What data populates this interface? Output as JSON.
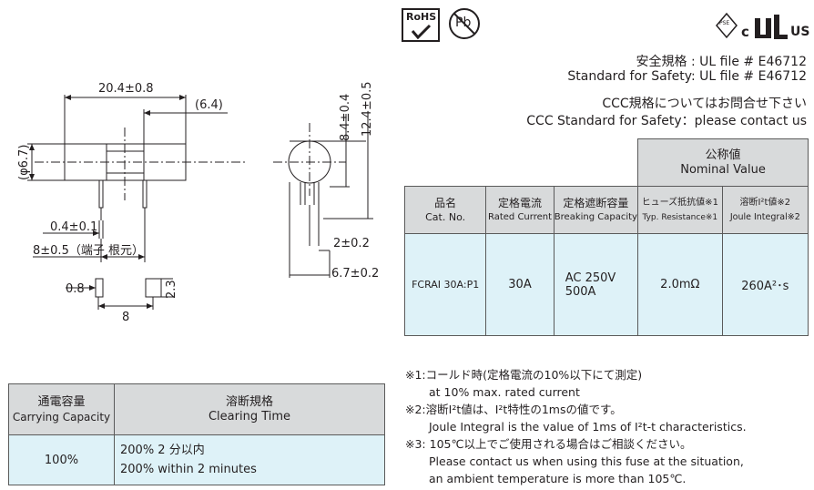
{
  "logos": {
    "rohs_text": "RoHS",
    "pb_text": "Pb",
    "pse_text": "PSE",
    "ul_c": "c",
    "ul_us": "US"
  },
  "safety": {
    "jp_line": "安全規格 : UL file # E46712",
    "en_line": "Standard for Safety: UL file # E46712",
    "ccc_jp": "CCC規格についてはお問合せ下さい",
    "ccc_en": "CCC Standard for Safety：please contact us"
  },
  "dimensions": {
    "length": "20.4±0.8",
    "cap_len": "(6.4)",
    "diameter": "(φ6.7)",
    "lead_w": "0.4±0.1",
    "lead_pitch": "8±0.5（端子 根元）",
    "pad_w": "0.8",
    "pad_h": "2.3",
    "pad_pitch": "8",
    "h1": "8.4±0.4",
    "h2": "12.4±0.5",
    "side1": "2±0.2",
    "side2": "6.7±0.2"
  },
  "spec_table": {
    "nominal_jp": "公称値",
    "nominal_en": "Nominal Value",
    "headers": [
      {
        "jp": "品名",
        "en": "Cat. No."
      },
      {
        "jp": "定格電流",
        "en": "Rated Current"
      },
      {
        "jp": "定格遮断容量",
        "en": "Breaking Capacity"
      },
      {
        "jp": "ヒューズ抵抗値※1",
        "en": "Typ. Resistance※1"
      },
      {
        "jp": "溶断I²t値※2",
        "en": "Joule Integral※2"
      }
    ],
    "row": {
      "cat": "FCRAI 30A:P1",
      "current": "30A",
      "breaking1": "AC 250V",
      "breaking2": "500A",
      "resistance": "2.0mΩ",
      "joule": "260A²･s"
    }
  },
  "carry_table": {
    "h1_jp": "通電容量",
    "h1_en": "Carrying Capacity",
    "h2_jp": "溶断規格",
    "h2_en": "Clearing Time",
    "val": "100%",
    "time_jp": "200% 2 分以内",
    "time_en": "200% within 2 minutes"
  },
  "notes": {
    "n1_jp": "※1:コールド時(定格電流の10%以下にて測定)",
    "n1_en": "at 10% max. rated current",
    "n2_jp": "※2:溶断I²t値は、I²t特性の1msの値です。",
    "n2_en": "Joule Integral is the value of 1ms of I²t-t characteristics.",
    "n3_jp": "※3: 105℃以上でご使用される場合はご相談ください。",
    "n3_en1": "Please contact us when using this fuse at the situation,",
    "n3_en2": "an ambient temperature is more than 105℃."
  },
  "colors": {
    "header_gray": "#d8dadb",
    "cell_blue": "#def2f8"
  }
}
